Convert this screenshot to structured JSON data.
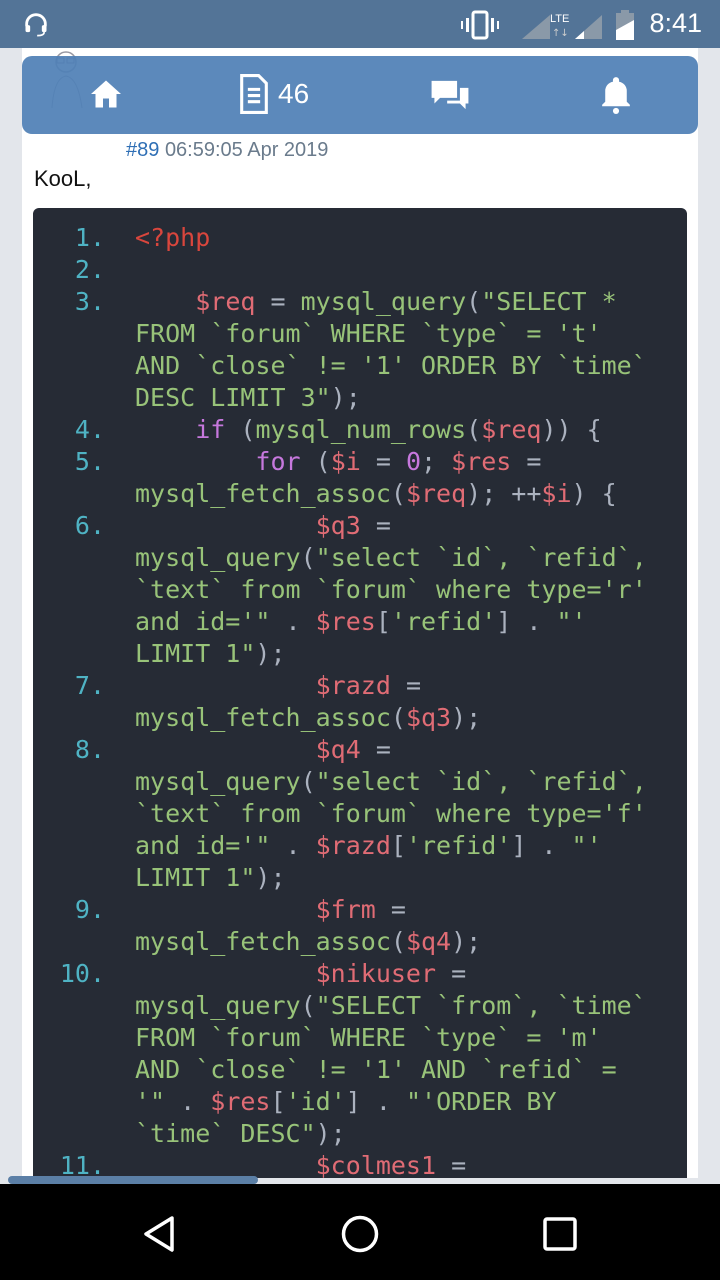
{
  "status_bar": {
    "time": "8:41",
    "network": "LTE",
    "icons": [
      "headset-icon",
      "vibrate-icon",
      "signal-icon",
      "battery-icon"
    ]
  },
  "post": {
    "number": "#89",
    "datetime": "06:59:05 Apr 2019"
  },
  "navbar": {
    "documents_count": "46"
  },
  "greeting": "KooL,",
  "code": {
    "lines": [
      {
        "no": "1.",
        "tokens": [
          [
            "t",
            "<?php"
          ]
        ]
      },
      {
        "no": "2.",
        "tokens": []
      },
      {
        "no": "3.",
        "tokens": [
          [
            "p",
            "    "
          ],
          [
            "v",
            "$req"
          ],
          [
            "p",
            " = "
          ],
          [
            "f",
            "mysql_query"
          ],
          [
            "p",
            "("
          ],
          [
            "s",
            "\"SELECT * FROM `forum` WHERE `type` = 't' AND `close` != '1' ORDER BY `time` DESC LIMIT 3\""
          ],
          [
            "p",
            ");"
          ]
        ]
      },
      {
        "no": "4.",
        "tokens": [
          [
            "p",
            "    "
          ],
          [
            "k",
            "if"
          ],
          [
            "p",
            " ("
          ],
          [
            "f",
            "mysql_num_rows"
          ],
          [
            "p",
            "("
          ],
          [
            "v",
            "$req"
          ],
          [
            "p",
            ")) {"
          ]
        ]
      },
      {
        "no": "5.",
        "tokens": [
          [
            "p",
            "        "
          ],
          [
            "k",
            "for"
          ],
          [
            "p",
            " ("
          ],
          [
            "v",
            "$i"
          ],
          [
            "p",
            " = "
          ],
          [
            "n",
            "0"
          ],
          [
            "p",
            "; "
          ],
          [
            "v",
            "$res"
          ],
          [
            "p",
            " = "
          ],
          [
            "f",
            "mysql_fetch_assoc"
          ],
          [
            "p",
            "("
          ],
          [
            "v",
            "$req"
          ],
          [
            "p",
            "); ++"
          ],
          [
            "v",
            "$i"
          ],
          [
            "p",
            ") {"
          ]
        ]
      },
      {
        "no": "6.",
        "tokens": [
          [
            "p",
            "            "
          ],
          [
            "v",
            "$q3"
          ],
          [
            "p",
            " = "
          ],
          [
            "f",
            "mysql_query"
          ],
          [
            "p",
            "("
          ],
          [
            "s",
            "\"select `id`, `refid`, `text` from `forum` where type='r' and id='\""
          ],
          [
            "p",
            " . "
          ],
          [
            "v",
            "$res"
          ],
          [
            "p",
            "["
          ],
          [
            "s",
            "'refid'"
          ],
          [
            "p",
            "] . "
          ],
          [
            "s",
            "\"' LIMIT 1\""
          ],
          [
            "p",
            ");"
          ]
        ]
      },
      {
        "no": "7.",
        "tokens": [
          [
            "p",
            "            "
          ],
          [
            "v",
            "$razd"
          ],
          [
            "p",
            " = "
          ],
          [
            "f",
            "mysql_fetch_assoc"
          ],
          [
            "p",
            "("
          ],
          [
            "v",
            "$q3"
          ],
          [
            "p",
            ");"
          ]
        ]
      },
      {
        "no": "8.",
        "tokens": [
          [
            "p",
            "            "
          ],
          [
            "v",
            "$q4"
          ],
          [
            "p",
            " = "
          ],
          [
            "f",
            "mysql_query"
          ],
          [
            "p",
            "("
          ],
          [
            "s",
            "\"select `id`, `refid`, `text` from `forum` where type='f' and id='\""
          ],
          [
            "p",
            " . "
          ],
          [
            "v",
            "$razd"
          ],
          [
            "p",
            "["
          ],
          [
            "s",
            "'refid'"
          ],
          [
            "p",
            "] . "
          ],
          [
            "s",
            "\"' LIMIT 1\""
          ],
          [
            "p",
            ");"
          ]
        ]
      },
      {
        "no": "9.",
        "tokens": [
          [
            "p",
            "            "
          ],
          [
            "v",
            "$frm"
          ],
          [
            "p",
            " = "
          ],
          [
            "f",
            "mysql_fetch_assoc"
          ],
          [
            "p",
            "("
          ],
          [
            "v",
            "$q4"
          ],
          [
            "p",
            ");"
          ]
        ]
      },
      {
        "no": "10.",
        "tokens": [
          [
            "p",
            "            "
          ],
          [
            "v",
            "$nikuser"
          ],
          [
            "p",
            " = "
          ],
          [
            "f",
            "mysql_query"
          ],
          [
            "p",
            "("
          ],
          [
            "s",
            "\"SELECT `from`, `time` FROM `forum` WHERE `type` = 'm' AND `close` != '1' AND `refid` = '\""
          ],
          [
            "p",
            " . "
          ],
          [
            "v",
            "$res"
          ],
          [
            "p",
            "["
          ],
          [
            "s",
            "'id'"
          ],
          [
            "p",
            "] . "
          ],
          [
            "s",
            "\"'ORDER BY `time` DESC\""
          ],
          [
            "p",
            ");"
          ]
        ]
      },
      {
        "no": "11.",
        "tokens": [
          [
            "p",
            "            "
          ],
          [
            "v",
            "$colmes1"
          ],
          [
            "p",
            " ="
          ]
        ]
      }
    ]
  }
}
